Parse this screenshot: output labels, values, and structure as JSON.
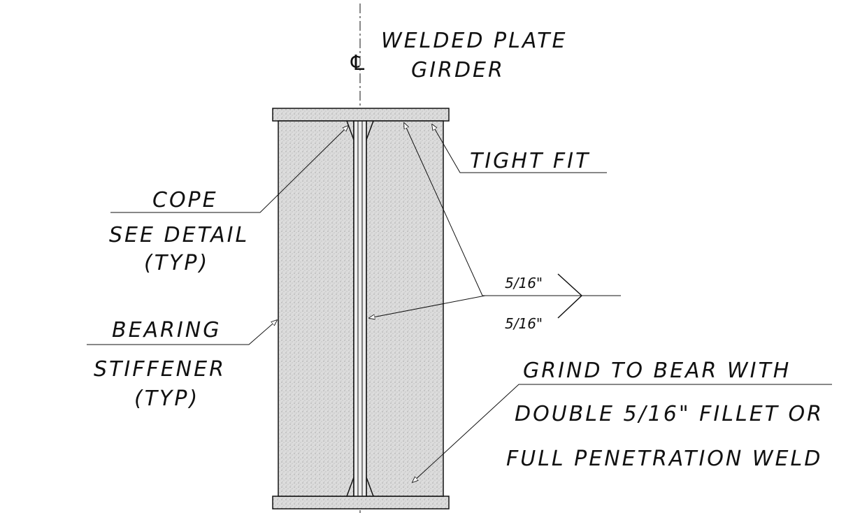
{
  "labels": {
    "girder_line1": "WELDED PLATE",
    "girder_line2": "GIRDER",
    "centerline_symbol": "℄",
    "tight_fit": "TIGHT FIT",
    "cope_line1": "COPE",
    "cope_line2": "SEE DETAIL",
    "cope_line3": "(TYP)",
    "bearing_line1": "BEARING",
    "bearing_line2": "STIFFENER",
    "bearing_line3": "(TYP)",
    "weld_top": "5/16\"",
    "weld_bottom": "5/16\"",
    "grind_line1": "GRIND TO BEAR WITH",
    "grind_line2": "DOUBLE 5/16\" FILLET OR",
    "grind_line3": "FULL PENETRATION WELD"
  },
  "colors": {
    "line": "#111111",
    "fill": "#d4d4d4"
  }
}
